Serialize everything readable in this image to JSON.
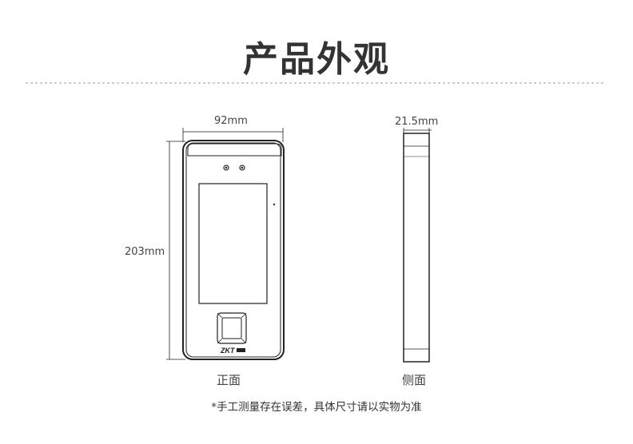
{
  "title": "产品外观",
  "front_view": {
    "width_label": "92mm",
    "height_label": "203mm",
    "caption": "正面",
    "logo": "ZKT"
  },
  "side_view": {
    "depth_label": "21.5mm",
    "caption": "侧面"
  },
  "footnote": "*手工测量存在误差，具体尺寸请以实物为准",
  "colors": {
    "line": "#222222",
    "text": "#333333",
    "divider": "#999999"
  }
}
